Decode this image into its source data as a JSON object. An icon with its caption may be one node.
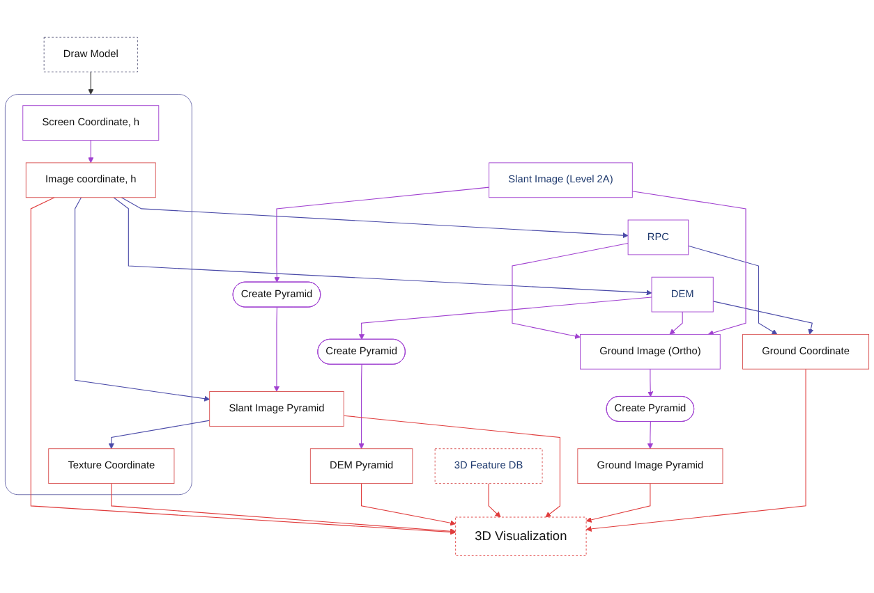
{
  "diagram": {
    "nodes": [
      {
        "text": [
          "Draw Model"
        ]
      },
      {
        "text": [],
        "shape": "box"
      },
      {
        "text": [
          "Screen Coordinate, h"
        ],
        "in": 1
      },
      {
        "text": [
          "Image coordinate, h"
        ],
        "in": 1
      },
      {
        "text": [
          "Texture Coordinate"
        ],
        "in": 1
      },
      {
        "text": [
          "RPC"
        ]
      },
      {
        "text": [
          "DEM"
        ]
      },
      {
        "text": [
          "Ground Coordinate"
        ]
      },
      {
        "text": [
          "Create Pyramid"
        ]
      },
      {
        "text": [
          "DEM Pyramid"
        ]
      },
      {
        "text": [
          "Slant Image (Level 2A)"
        ]
      },
      {
        "text": [
          "Ground Image (Ortho)"
        ]
      },
      {
        "text": [
          "Create Pyramid"
        ]
      },
      {
        "text": [
          "Create Pyramid"
        ]
      },
      {
        "text": [
          "Slant Image Pyramid"
        ]
      },
      {
        "text": [
          "Ground Image Pyramid"
        ]
      },
      {
        "text": [
          "3D Feature DB"
        ]
      },
      {
        "text": [
          "3D Visualization"
        ]
      }
    ],
    "edges": [
      {
        "from": 0,
        "to": 1,
        "arrow": "to",
        "color": "#333333"
      },
      {
        "from": 2,
        "to": 3,
        "arrow": "to"
      },
      {
        "from": 3,
        "to": 5,
        "arrow": "to",
        "color": "#4a4aa8"
      },
      {
        "from": 3,
        "to": 6,
        "arrow": "to",
        "color": "#4a4aa8"
      },
      {
        "from": 3,
        "to": 14,
        "arrow": "to",
        "color": "#4a4aa8"
      },
      {
        "from": 14,
        "to": 4,
        "arrow": "to",
        "color": "#4a4aa8"
      },
      {
        "from": 5,
        "to": 7,
        "arrow": "to",
        "color": "#4a4aa8"
      },
      {
        "from": 5,
        "to": 11,
        "arrow": "to"
      },
      {
        "from": 6,
        "to": 7,
        "arrow": "to",
        "color": "#4a4aa8"
      },
      {
        "from": 6,
        "to": 11,
        "arrow": "to"
      },
      {
        "from": 6,
        "to": 8,
        "arrow": "to"
      },
      {
        "from": 8,
        "to": 9,
        "arrow": "to"
      },
      {
        "from": 10,
        "to": 11,
        "arrow": "to"
      },
      {
        "from": 10,
        "to": 12,
        "arrow": "to"
      },
      {
        "from": 12,
        "to": 14,
        "arrow": "to"
      },
      {
        "from": 11,
        "to": 13,
        "arrow": "to"
      },
      {
        "from": 13,
        "to": 15,
        "arrow": "to"
      },
      {
        "from": 3,
        "to": 17,
        "arrow": "to",
        "color": "#e03c3c"
      },
      {
        "from": 4,
        "to": 17,
        "arrow": "to",
        "color": "#e03c3c"
      },
      {
        "from": 9,
        "to": 17,
        "arrow": "to",
        "color": "#e03c3c"
      },
      {
        "from": 16,
        "to": 17,
        "arrow": "to",
        "color": "#e03c3c"
      },
      {
        "from": 14,
        "to": 17,
        "arrow": "to",
        "color": "#e03c3c"
      },
      {
        "from": 15,
        "to": 17,
        "arrow": "to",
        "color": "#e03c3c"
      },
      {
        "from": 7,
        "to": 17,
        "arrow": "to",
        "color": "#e03c3c"
      }
    ]
  }
}
